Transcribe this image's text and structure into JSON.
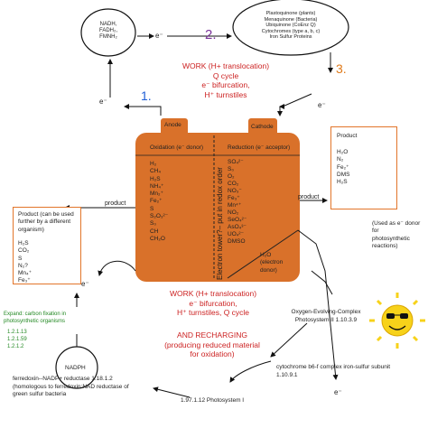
{
  "top_left_oval": [
    "NADH,",
    "FADH₂,",
    "FMNH₂"
  ],
  "top_right_oval": [
    "Plastoquinone (plants)",
    "Menaquinone (Bacteria)",
    "Ubiquinone (CoEnz Q)",
    "Cytochromes (type a, b, c)",
    "Iron Sulfur Proteins"
  ],
  "electron_label": "e⁻",
  "step_labels": [
    "1.",
    "2.",
    "3."
  ],
  "work_top": [
    "WORK (H+ translocation)",
    "Q cycle",
    "e⁻ bifurcation,",
    "H⁺ turnstiles"
  ],
  "battery": {
    "anode": "Anode",
    "cathode": "Cathode",
    "oxidation_header": "Oxidation (e⁻ donor)",
    "reduction_header": "Reduction (e⁻ acceptor)",
    "donors": [
      "H₂",
      "CH₄",
      "H₂S",
      "NH₄⁺",
      "Mn₂⁺",
      "Fe₂⁺",
      "S",
      "S₂O₃²⁻",
      "S₀",
      "CH",
      "CH₂O"
    ],
    "acceptors": [
      "SO₄²⁻",
      "S₀",
      "O₂",
      "CO₂",
      "NO₃⁻",
      "Fe₃⁺",
      "Mn⁴⁺",
      "NO₂",
      "SeO₄²⁻",
      "AsO₄³⁻",
      "UO₄²⁻",
      "DMSO"
    ],
    "vertical_label": "Electron tower?– put in redox order",
    "water_donor": [
      "H₂O",
      "(electron",
      "donor)"
    ]
  },
  "right_product": {
    "title": "Product",
    "items": [
      "H₂O",
      "N₂",
      "Fe₂⁺",
      "DMS",
      "H₂S"
    ],
    "arrow_label": "product",
    "note": [
      "(Used as e⁻ donor",
      "for",
      "photosynthetic",
      "reactions)"
    ]
  },
  "left_product": {
    "title": [
      "Product (can be used",
      "further by a different",
      "organism)"
    ],
    "items": [
      "H₂S",
      "CO₂",
      "S",
      "N₂?",
      "Mn₄⁺",
      "Fe₃⁺"
    ],
    "arrow_label": "product"
  },
  "expand_note": [
    "Expand: carbon fixation in",
    "photosynthetic organisms"
  ],
  "ec_codes": [
    "1.2.1.13",
    "1.2.1.59",
    "1.2.1.2"
  ],
  "nadph": "NADPH",
  "work_bottom": [
    "WORK (H+ translocation)",
    "e⁻ bifurcation,",
    "H⁺ turnstiles, Q cycle"
  ],
  "recharging": [
    "AND RECHARGING",
    "(producing reduced material",
    "for oxidation)"
  ],
  "oxygen_complex": [
    "Oxygen-Evolving-Complex",
    "Photosystem II   1.10.3.9"
  ],
  "cytochrome": [
    "cytochrome b6-f complex iron-sulfur subunit",
    "1.10.9.1"
  ],
  "ferredoxin": [
    "ferredoxin--NADP+ reductase   1.18.1.2",
    "(homologous to ferredoxin:NAD reductase of",
    "green sulfur bacteria"
  ],
  "photosystem_i": "1.97.1.12 Photosystem I",
  "colors": {
    "battery": "#d9712a",
    "work_red": "#cc2222",
    "step2": "#7a3399",
    "step3": "#e07a1a",
    "step1": "#1f5fd6",
    "expand_green": "#228822",
    "sun": "#f7d21a"
  }
}
